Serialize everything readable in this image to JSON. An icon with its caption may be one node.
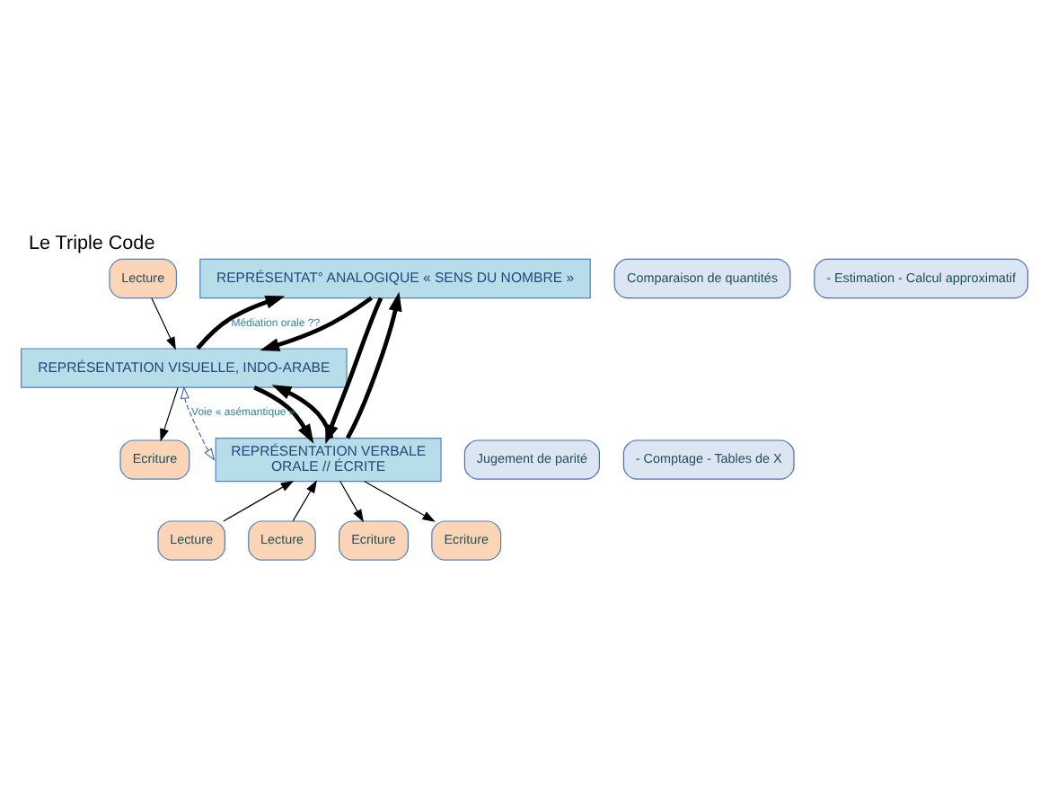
{
  "diagram": {
    "title": "Le Triple Code",
    "nodes": [
      {
        "text": [
          "REPRÉSENTAT° ANALOGIQUE « SENS DU NOMBRE »"
        ]
      },
      {
        "text": [
          "Comparaison de quantités"
        ]
      },
      {
        "text": [
          "- Estimation - Calcul approximatif"
        ]
      },
      {
        "text": [
          "REPRÉSENTATION VISUELLE, INDO-ARABE"
        ]
      },
      {
        "text": [
          "Lecture"
        ]
      },
      {
        "text": [
          "Ecriture"
        ]
      },
      {
        "text": [
          "Jugement de parité"
        ]
      },
      {
        "text": [
          "REPRÉSENTATION VERBALE",
          "ORALE // ÉCRITE"
        ]
      },
      {
        "text": [
          "- Comptage - Tables de X"
        ]
      },
      {
        "text": [
          "Lecture"
        ]
      },
      {
        "text": [
          "Lecture"
        ]
      },
      {
        "text": [
          "Ecriture"
        ]
      },
      {
        "text": [
          "Ecriture"
        ]
      }
    ],
    "edges": [
      {
        "from": 3,
        "to": 0,
        "arrow": "to",
        "style": "thick",
        "label": "Médiation orale ??"
      },
      {
        "from": 0,
        "to": 3,
        "arrow": "to",
        "style": "thick"
      },
      {
        "from": 0,
        "to": 7,
        "arrow": "to",
        "style": "thick"
      },
      {
        "from": 7,
        "to": 0,
        "arrow": "to",
        "style": "thick"
      },
      {
        "from": 3,
        "to": 7,
        "arrow": "to",
        "style": "thick"
      },
      {
        "from": 7,
        "to": 3,
        "arrow": "to",
        "style": "thick"
      },
      {
        "from": 7,
        "to": 3,
        "arrow": "both",
        "style": "dashed",
        "color": "#4f6fa8",
        "label": "Voie « asémantique »"
      },
      {
        "from": 4,
        "to": 3,
        "arrow": "to"
      },
      {
        "from": 3,
        "to": 5,
        "arrow": "to"
      },
      {
        "from": 9,
        "to": 7,
        "arrow": "to"
      },
      {
        "from": 10,
        "to": 7,
        "arrow": "to"
      },
      {
        "from": 7,
        "to": 11,
        "arrow": "to"
      },
      {
        "from": 7,
        "to": 12,
        "arrow": "to"
      }
    ]
  }
}
